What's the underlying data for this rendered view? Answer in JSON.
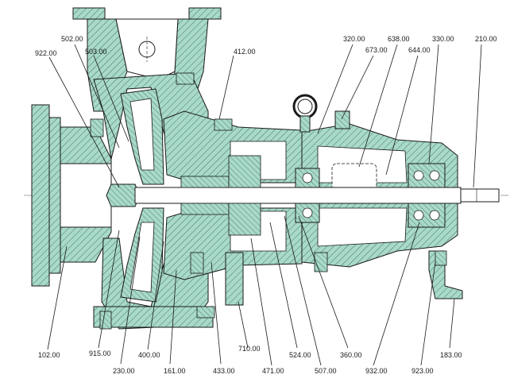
{
  "colors": {
    "body_fill": "#a8d9c9",
    "shaft_fill": "#ffffff",
    "line": "#1a1a1a",
    "hatch": "#3a6b5e",
    "background": "#ffffff"
  },
  "labels": {
    "l_922": "922.00",
    "l_502": "502.00",
    "l_503": "503.00",
    "l_412": "412.00",
    "l_320": "320.00",
    "l_638": "638.00",
    "l_330": "330.00",
    "l_210": "210.00",
    "l_673": "673.00",
    "l_644": "644.00",
    "l_102": "102.00",
    "l_915": "915.00",
    "l_230": "230.00",
    "l_400": "400.00",
    "l_161": "161.00",
    "l_433": "433.00",
    "l_710": "710.00",
    "l_471": "471.00",
    "l_524": "524.00",
    "l_507": "507.00",
    "l_360": "360.00",
    "l_932": "932.00",
    "l_923": "923.00",
    "l_183": "183.00"
  }
}
